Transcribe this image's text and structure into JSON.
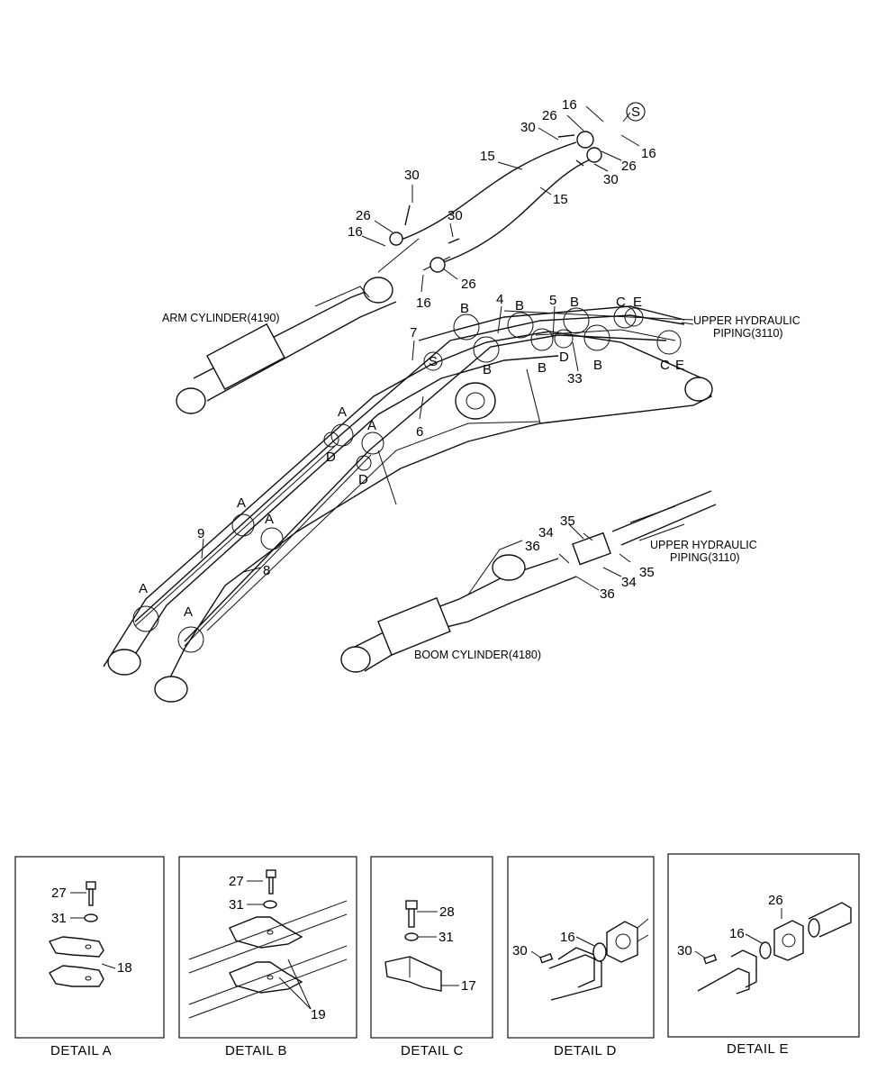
{
  "callouts": {
    "c1": "16",
    "c2": "26",
    "c3": "30",
    "c4": "S",
    "c5": "16",
    "c6": "26",
    "c7": "15",
    "c8": "30",
    "c9": "15",
    "c10": "30",
    "c11": "26",
    "c12": "30",
    "c13": "16",
    "c14": "26",
    "c15": "16",
    "c16": "4",
    "c17": "5",
    "c18": "B",
    "c19": "C",
    "c20": "E",
    "c21": "B",
    "c22": "B",
    "c23": "7",
    "c24": "S",
    "c25": "B",
    "c26": "B",
    "c27": "D",
    "c28": "B",
    "c29": "33",
    "c30": "C",
    "c31": "E",
    "c32": "A",
    "c33": "A",
    "c34": "6",
    "c35": "D",
    "c36": "D",
    "c37": "A",
    "c38": "A",
    "c39": "9",
    "c40": "8",
    "c41": "A",
    "c42": "A",
    "c43": "35",
    "c44": "34",
    "c45": "36",
    "c46": "35",
    "c47": "34",
    "c48": "36"
  },
  "names": {
    "arm_cylinder": "ARM CYLINDER(4190)",
    "upper_hyd_1a": "UPPER HYDRAULIC",
    "upper_hyd_1b": "PIPING(3110)",
    "upper_hyd_2a": "UPPER HYDRAULIC",
    "upper_hyd_2b": "PIPING(3110)",
    "boom_cylinder": "BOOM CYLINDER(4180)"
  },
  "details": {
    "a": {
      "title": "DETAIL  A",
      "n1": "27",
      "n2": "31",
      "n3": "18"
    },
    "b": {
      "title": "DETAIL  B",
      "n1": "27",
      "n2": "31",
      "n3": "19"
    },
    "c": {
      "title": "DETAIL  C",
      "n1": "28",
      "n2": "31",
      "n3": "17"
    },
    "d": {
      "title": "DETAIL  D",
      "n1": "16",
      "n2": "30"
    },
    "e": {
      "title": "DETAIL  E",
      "n1": "26",
      "n2": "16",
      "n3": "30"
    }
  }
}
